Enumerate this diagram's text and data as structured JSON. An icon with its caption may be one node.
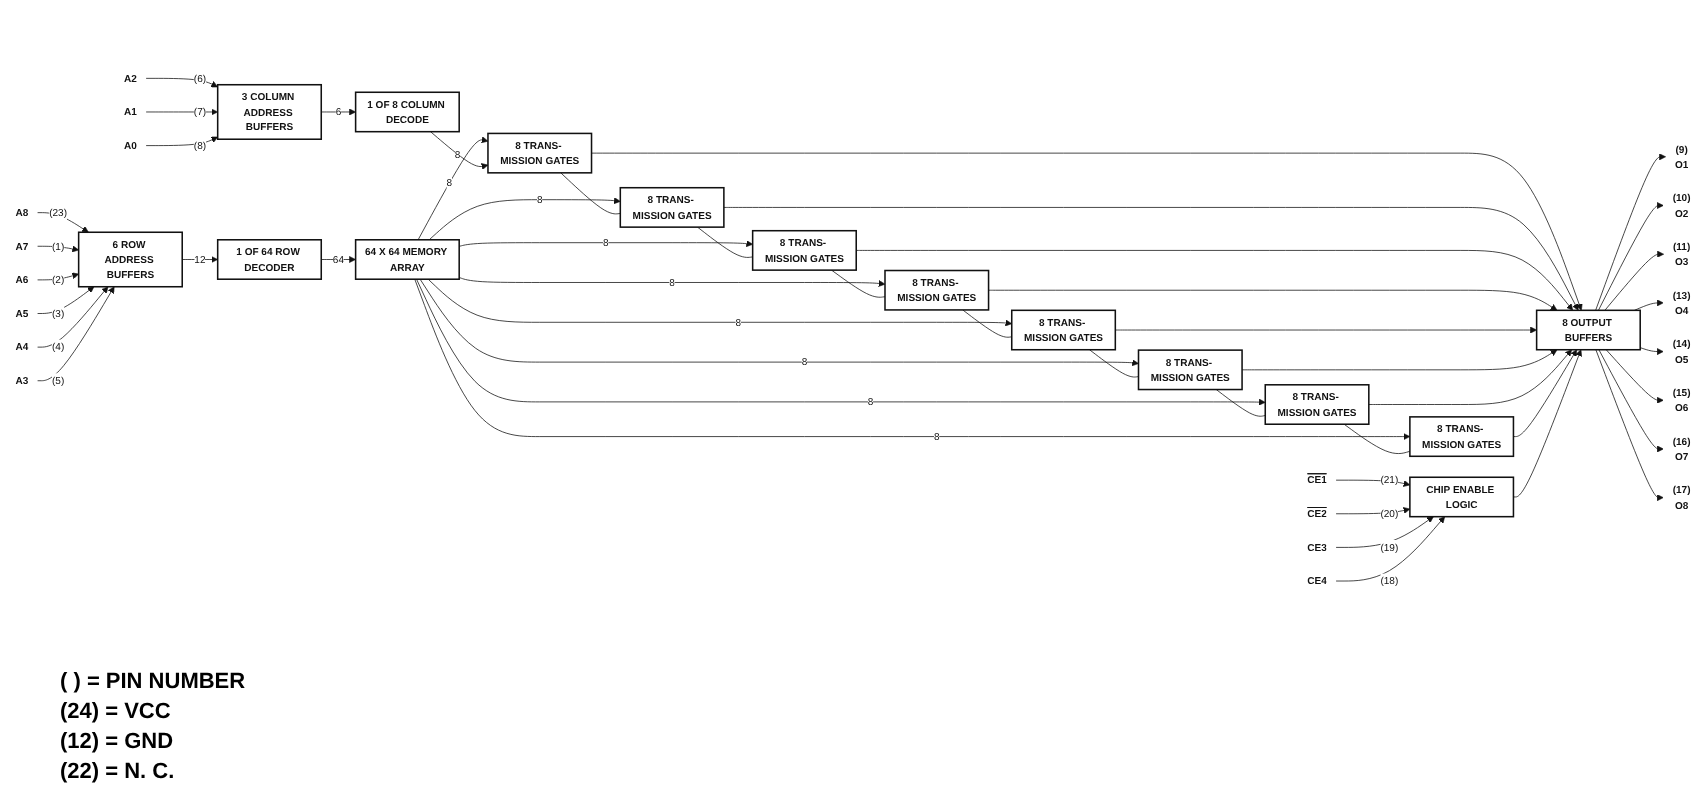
{
  "diagram": {
    "nodes": [
      {
        "text": [
          "A8"
        ]
      },
      {
        "text": [
          "A7"
        ]
      },
      {
        "text": [
          "A6"
        ]
      },
      {
        "text": [
          "A5"
        ]
      },
      {
        "text": [
          "A4"
        ]
      },
      {
        "text": [
          "A3"
        ]
      },
      {
        "text": [
          "6 ROW ADDRESS BUFFERS"
        ]
      },
      {
        "text": [
          "1 OF 64 ROW DECODER"
        ]
      },
      {
        "text": [
          "64 X 64 MEMORY ARRAY"
        ]
      },
      {
        "text": [
          "A2"
        ]
      },
      {
        "text": [
          "A1"
        ]
      },
      {
        "text": [
          "A0"
        ]
      },
      {
        "text": [
          "3 COLUMN ADDRESS BUFFERS"
        ]
      },
      {
        "text": [
          "1 OF 8 COLUMN DECODE"
        ]
      },
      {
        "text": [
          "8 TRANS- MISSION GATES"
        ]
      },
      {
        "text": [
          "8 TRANS- MISSION GATES"
        ]
      },
      {
        "text": [
          "8 TRANS- MISSION GATES"
        ]
      },
      {
        "text": [
          "8 TRANS- MISSION GATES"
        ]
      },
      {
        "text": [
          "8 TRANS- MISSION GATES"
        ]
      },
      {
        "text": [
          "8 TRANS- MISSION GATES"
        ]
      },
      {
        "text": [
          "8 TRANS- MISSION GATES"
        ]
      },
      {
        "text": [
          "8 TRANS- MISSION GATES"
        ]
      },
      {
        "text": [
          "CE1"
        ]
      },
      {
        "text": [
          "CE2"
        ]
      },
      {
        "text": [
          "CE3"
        ]
      },
      {
        "text": [
          "CE4"
        ]
      },
      {
        "text": [
          "CHIP ENABLE LOGIC"
        ]
      },
      {
        "text": [
          "8 OUTPUT BUFFERS"
        ]
      },
      {
        "text": [
          "(9)",
          "O1"
        ]
      },
      {
        "text": [
          "(10)",
          "O2"
        ]
      },
      {
        "text": [
          "(11)",
          "O3"
        ]
      },
      {
        "text": [
          "(13)",
          "O4"
        ]
      },
      {
        "text": [
          "(14)",
          "O5"
        ]
      },
      {
        "text": [
          "(15)",
          "O6"
        ]
      },
      {
        "text": [
          "(16)",
          "O7"
        ]
      },
      {
        "text": [
          "(17)",
          "O8"
        ]
      }
    ],
    "edges": [
      {
        "from": 0,
        "to": 6,
        "arrow": "to",
        "label": "(23)"
      },
      {
        "from": 1,
        "to": 6,
        "arrow": "to",
        "label": "(1)"
      },
      {
        "from": 2,
        "to": 6,
        "arrow": "to",
        "label": "(2)"
      },
      {
        "from": 3,
        "to": 6,
        "arrow": "to",
        "label": "(3)"
      },
      {
        "from": 4,
        "to": 6,
        "arrow": "to",
        "label": "(4)"
      },
      {
        "from": 5,
        "to": 6,
        "arrow": "to",
        "label": "(5)"
      },
      {
        "from": 6,
        "to": 7,
        "arrow": "to",
        "label": "12"
      },
      {
        "from": 7,
        "to": 8,
        "arrow": "to",
        "label": "64"
      },
      {
        "from": 8,
        "to": 14,
        "arrow": "to",
        "label": "8"
      },
      {
        "from": 8,
        "to": 15,
        "arrow": "to",
        "label": "8"
      },
      {
        "from": 8,
        "to": 16,
        "arrow": "to",
        "label": "8"
      },
      {
        "from": 8,
        "to": 17,
        "arrow": "to",
        "label": "8"
      },
      {
        "from": 8,
        "to": 18,
        "arrow": "to",
        "label": "8"
      },
      {
        "from": 8,
        "to": 19,
        "arrow": "to",
        "label": "8"
      },
      {
        "from": 8,
        "to": 20,
        "arrow": "to",
        "label": "8"
      },
      {
        "from": 8,
        "to": 21,
        "arrow": "to",
        "label": "8"
      },
      {
        "from": 9,
        "to": 12,
        "arrow": "to",
        "label": "(6)"
      },
      {
        "from": 10,
        "to": 12,
        "arrow": "to",
        "label": "(7)"
      },
      {
        "from": 11,
        "to": 12,
        "arrow": "to",
        "label": "(8)"
      },
      {
        "from": 12,
        "to": 13,
        "arrow": "to",
        "label": "6"
      },
      {
        "from": 13,
        "to": 14,
        "arrow": "to",
        "label": "8"
      },
      {
        "from": 14,
        "to": 15,
        "arrow": "none"
      },
      {
        "from": 15,
        "to": 16,
        "arrow": "none"
      },
      {
        "from": 16,
        "to": 17,
        "arrow": "none"
      },
      {
        "from": 17,
        "to": 18,
        "arrow": "none"
      },
      {
        "from": 18,
        "to": 19,
        "arrow": "none"
      },
      {
        "from": 19,
        "to": 20,
        "arrow": "none"
      },
      {
        "from": 20,
        "to": 21,
        "arrow": "none"
      },
      {
        "from": 22,
        "to": 26,
        "arrow": "to",
        "label": "(21)"
      },
      {
        "from": 23,
        "to": 26,
        "arrow": "to",
        "label": "(20)"
      },
      {
        "from": 24,
        "to": 26,
        "arrow": "to",
        "label": "(19)"
      },
      {
        "from": 25,
        "to": 26,
        "arrow": "to",
        "label": "(18)"
      },
      {
        "from": 14,
        "to": 27,
        "arrow": "to"
      },
      {
        "from": 15,
        "to": 27,
        "arrow": "to"
      },
      {
        "from": 16,
        "to": 27,
        "arrow": "to"
      },
      {
        "from": 17,
        "to": 27,
        "arrow": "to"
      },
      {
        "from": 18,
        "to": 27,
        "arrow": "to"
      },
      {
        "from": 19,
        "to": 27,
        "arrow": "to"
      },
      {
        "from": 20,
        "to": 27,
        "arrow": "to"
      },
      {
        "from": 21,
        "to": 27,
        "arrow": "to"
      },
      {
        "from": 26,
        "to": 27,
        "arrow": "to"
      },
      {
        "from": 27,
        "to": 28,
        "arrow": "to"
      },
      {
        "from": 27,
        "to": 29,
        "arrow": "to"
      },
      {
        "from": 27,
        "to": 30,
        "arrow": "to"
      },
      {
        "from": 27,
        "to": 31,
        "arrow": "to"
      },
      {
        "from": 27,
        "to": 32,
        "arrow": "to"
      },
      {
        "from": 27,
        "to": 33,
        "arrow": "to"
      },
      {
        "from": 27,
        "to": 34,
        "arrow": "to"
      },
      {
        "from": 27,
        "to": 35,
        "arrow": "to"
      }
    ],
    "labels": [
      "( ) = PIN NUMBER",
      "(24) = VCC",
      "(12) = GND",
      "(22) = N. C."
    ]
  }
}
